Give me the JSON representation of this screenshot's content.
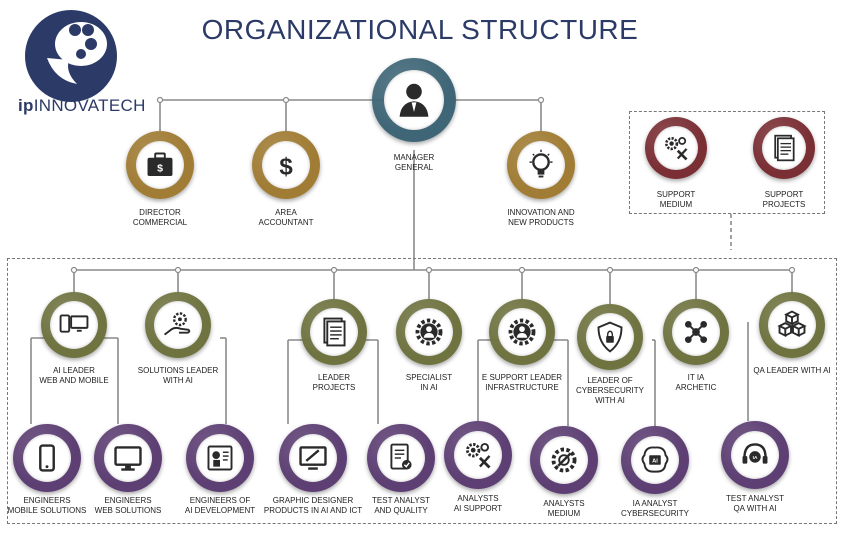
{
  "title": "ORGANIZATIONAL STRUCTURE",
  "logo": {
    "prefix": "ip",
    "name": "INNOVATECH"
  },
  "colors": {
    "navy": "#2b3a67",
    "teal": "#3f6677",
    "gold": "#a07c34",
    "olive": "#6f7340",
    "maroon": "#7a2f35",
    "purple": "#5d3f73"
  },
  "nodes": [
    {
      "id": "manager",
      "label": "MANAGER\nGENERAL",
      "icon": "person-icon",
      "color": "teal"
    },
    {
      "id": "director",
      "label": "DIRECTOR\nCOMMERCIAL",
      "icon": "briefcase-dollar-icon",
      "color": "gold"
    },
    {
      "id": "accountant",
      "label": "AREA\nACCOUNTANT",
      "icon": "dollar-icon",
      "color": "gold"
    },
    {
      "id": "innovation",
      "label": "INNOVATION AND\nNEW PRODUCTS",
      "icon": "lightbulb-icon",
      "color": "gold"
    },
    {
      "id": "support-medium",
      "label": "SUPPORT\nMEDIUM",
      "icon": "gear-tools-icon",
      "color": "maroon"
    },
    {
      "id": "support-projects",
      "label": "SUPPORT\nPROJECTS",
      "icon": "document-icon",
      "color": "maroon"
    },
    {
      "id": "ai-leader",
      "label": "AI LEADER\nWEB AND MOBILE",
      "icon": "devices-icon",
      "color": "olive"
    },
    {
      "id": "solutions-leader",
      "label": "SOLUTIONS LEADER\nWITH AI",
      "icon": "hand-gear-icon",
      "color": "olive"
    },
    {
      "id": "leader-projects",
      "label": "LEADER\nPROJECTS",
      "icon": "document-icon",
      "color": "olive"
    },
    {
      "id": "specialist-ai",
      "label": "SPECIALIST\nIN AI",
      "icon": "gear-person-icon",
      "color": "olive"
    },
    {
      "id": "support-leader",
      "label": "E SUPPORT LEADER\nINFRASTRUCTURE",
      "icon": "gear-person-icon",
      "color": "olive"
    },
    {
      "id": "leader-cyber",
      "label": "LEADER OF\nCYBERSECURITY\nWITH AI",
      "icon": "shield-lock-icon",
      "color": "olive"
    },
    {
      "id": "it-ia",
      "label": "IT IA\nARCHETIC",
      "icon": "network-icon",
      "color": "olive"
    },
    {
      "id": "qa-leader",
      "label": "QA LEADER WITH AI",
      "icon": "cubes-icon",
      "color": "olive"
    },
    {
      "id": "eng-mobile",
      "label": "ENGINEERS\nMOBILE SOLUTIONS",
      "icon": "phone-icon",
      "color": "purple"
    },
    {
      "id": "eng-web",
      "label": "ENGINEERS\nWEB SOLUTIONS",
      "icon": "monitor-icon",
      "color": "purple"
    },
    {
      "id": "eng-ai",
      "label": "ENGINEERS OF\nAI DEVELOPMENT",
      "icon": "robot-code-icon",
      "color": "purple"
    },
    {
      "id": "graphic-designer",
      "label": "GRAPHIC DESIGNER\nPRODUCTS IN AI AND ICT",
      "icon": "design-monitor-icon",
      "color": "purple"
    },
    {
      "id": "test-analyst",
      "label": "TEST ANALYST\nAND QUALITY",
      "icon": "checklist-icon",
      "color": "purple"
    },
    {
      "id": "analysts-ai-support",
      "label": "ANALYSTS\nAI SUPPORT",
      "icon": "gear-tools-icon",
      "color": "purple"
    },
    {
      "id": "analysts-medium",
      "label": "ANALYSTS\nMEDIUM",
      "icon": "gear-wrench-icon",
      "color": "purple"
    },
    {
      "id": "ia-analyst",
      "label": "IA ANALYST\nCYBERSECURITY",
      "icon": "ai-brain-icon",
      "color": "purple"
    },
    {
      "id": "test-analyst-qa",
      "label": "TEST ANALYST\nQA WITH AI",
      "icon": "headset-ia-icon",
      "color": "purple"
    }
  ]
}
